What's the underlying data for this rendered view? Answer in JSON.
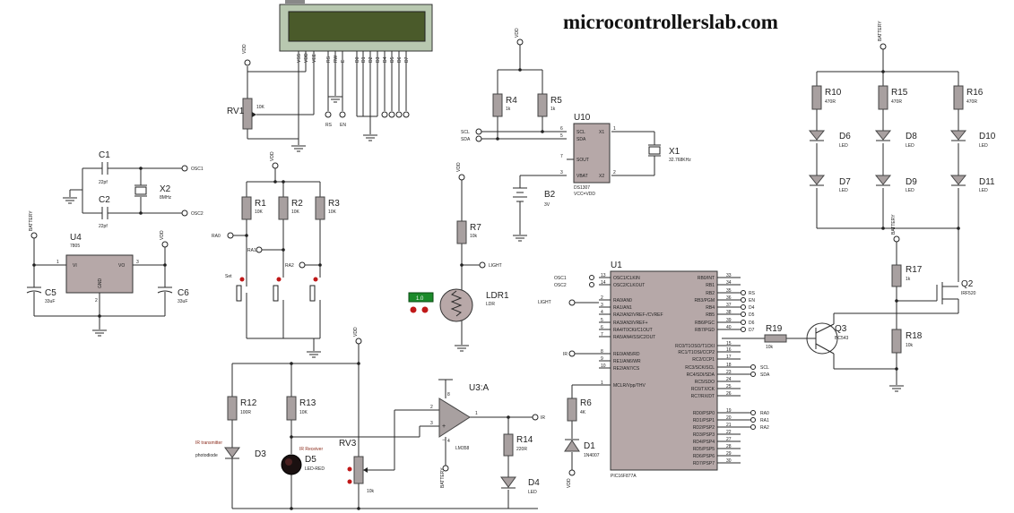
{
  "site_title": "microcontrollerslab.com",
  "components": {
    "lcd": {
      "pins": [
        "VSS",
        "VDD",
        "VEE",
        "RS",
        "RW",
        "E",
        "D0",
        "D1",
        "D2",
        "D3",
        "D4",
        "D5",
        "D6",
        "D7"
      ],
      "rs_label": "RS",
      "en_label": "EN"
    },
    "rv1": {
      "ref": "RV1",
      "value": "10K"
    },
    "c1": {
      "ref": "C1",
      "value": "22pf"
    },
    "c2": {
      "ref": "C2",
      "value": "22pf"
    },
    "x2": {
      "ref": "X2",
      "value": "8MHz"
    },
    "osc1": "OSC1",
    "osc2": "OSC2",
    "u4": {
      "ref": "U4",
      "value": "7805",
      "vi": "VI",
      "vo": "VO",
      "gnd": "GND",
      "pin1": "1",
      "pin2": "2",
      "pin3": "3"
    },
    "c5": {
      "ref": "C5",
      "value": "33uF"
    },
    "c6": {
      "ref": "C6",
      "value": "33uF"
    },
    "r1": {
      "ref": "R1",
      "value": "10K"
    },
    "r2": {
      "ref": "R2",
      "value": "10K"
    },
    "r3": {
      "ref": "R3",
      "value": "10K"
    },
    "sw": {
      "ra0": "RA0",
      "ra1": "RA1",
      "ra2": "RA2",
      "set": "Set"
    },
    "r4": {
      "ref": "R4",
      "value": "1k"
    },
    "r5": {
      "ref": "R5",
      "value": "1k"
    },
    "scl": "SCL",
    "sda": "SDA",
    "u10": {
      "ref": "U10",
      "model": "DS1307",
      "sub": "VCC=VDD",
      "pins": {
        "scl": "SCL",
        "sda": "SDA",
        "sout": "SOUT",
        "vbat": "VBAT",
        "x1": "X1",
        "x2": "X2"
      },
      "nums": [
        "6",
        "5",
        "7",
        "3",
        "1",
        "2"
      ]
    },
    "x1": {
      "ref": "X1",
      "value": "32.768KHz"
    },
    "b2": {
      "ref": "B2",
      "value": "3V"
    },
    "r7": {
      "ref": "R7",
      "value": "10k"
    },
    "ldr1": {
      "ref": "LDR1",
      "value": "LDR",
      "probe": "1.0"
    },
    "light": "LIGHT",
    "r10": {
      "ref": "R10",
      "value": "470R"
    },
    "r15": {
      "ref": "R15",
      "value": "470R"
    },
    "r16": {
      "ref": "R16",
      "value": "470R"
    },
    "d6": {
      "ref": "D6",
      "value": "LED"
    },
    "d7": {
      "ref": "D7",
      "value": "LED"
    },
    "d8": {
      "ref": "D8",
      "value": "LED"
    },
    "d9": {
      "ref": "D9",
      "value": "LED"
    },
    "d10": {
      "ref": "D10",
      "value": "LED"
    },
    "d11": {
      "ref": "D11",
      "value": "LED"
    },
    "battery": "BATTERY",
    "vdd": "VDD",
    "r17": {
      "ref": "R17",
      "value": "1k"
    },
    "r18": {
      "ref": "R18",
      "value": "10k"
    },
    "q2": {
      "ref": "Q2",
      "value": "IRF520"
    },
    "q3": {
      "ref": "Q3",
      "value": "BC543"
    },
    "r19": {
      "ref": "R19",
      "value": "10k"
    },
    "u1": {
      "ref": "U1",
      "model": "PIC16F877A",
      "left_pins": [
        {
          "num": "13",
          "name": "OSC1/CLKIN"
        },
        {
          "num": "14",
          "name": "OSC2/CLKOUT"
        },
        {
          "num": "2",
          "name": "RA0/AN0"
        },
        {
          "num": "3",
          "name": "RA1/AN1"
        },
        {
          "num": "4",
          "name": "RA2/AN2/VREF-/CVREF"
        },
        {
          "num": "5",
          "name": "RA3/AN3/VREF+"
        },
        {
          "num": "6",
          "name": "RA4/T0CKI/C1OUT"
        },
        {
          "num": "7",
          "name": "RA5/AN4/SS/C2OUT"
        },
        {
          "num": "8",
          "name": "RE0/AN5/RD"
        },
        {
          "num": "9",
          "name": "RE1/AN6/WR"
        },
        {
          "num": "10",
          "name": "RE2/AN7/CS"
        },
        {
          "num": "1",
          "name": "MCLR/Vpp/THV"
        }
      ],
      "right_pins": [
        {
          "num": "33",
          "name": "RB0/INT"
        },
        {
          "num": "34",
          "name": "RB1"
        },
        {
          "num": "35",
          "name": "RB2"
        },
        {
          "num": "36",
          "name": "RB3/PGM"
        },
        {
          "num": "37",
          "name": "RB4"
        },
        {
          "num": "38",
          "name": "RB5"
        },
        {
          "num": "39",
          "name": "RB6/PGC"
        },
        {
          "num": "40",
          "name": "RB7/PGD"
        },
        {
          "num": "15",
          "name": "RC0/T1OSO/T1CKI"
        },
        {
          "num": "16",
          "name": "RC1/T1OSI/CCP2"
        },
        {
          "num": "17",
          "name": "RC2/CCP1"
        },
        {
          "num": "18",
          "name": "RC3/SCK/SCL"
        },
        {
          "num": "23",
          "name": "RC4/SDI/SDA"
        },
        {
          "num": "24",
          "name": "RC5/SDO"
        },
        {
          "num": "25",
          "name": "RC6/TX/CK"
        },
        {
          "num": "26",
          "name": "RC7/RX/DT"
        },
        {
          "num": "19",
          "name": "RD0/PSP0"
        },
        {
          "num": "20",
          "name": "RD1/PSP1"
        },
        {
          "num": "21",
          "name": "RD2/PSP2"
        },
        {
          "num": "22",
          "name": "RD3/PSP3"
        },
        {
          "num": "27",
          "name": "RD4/PSP4"
        },
        {
          "num": "28",
          "name": "RD5/PSP5"
        },
        {
          "num": "29",
          "name": "RD6/PSP6"
        },
        {
          "num": "30",
          "name": "RD7/PSP7"
        }
      ],
      "right_nets": [
        "RS",
        "EN",
        "D4",
        "D5",
        "D6",
        "D7"
      ],
      "light": "LIGHT",
      "ir": "IR"
    },
    "r6": {
      "ref": "R6",
      "value": "4K"
    },
    "d1": {
      "ref": "D1",
      "value": "1N4007"
    },
    "r12": {
      "ref": "R12",
      "value": "100R"
    },
    "r13": {
      "ref": "R13",
      "value": "10K"
    },
    "d3": {
      "ref": "D3",
      "text1": "IR transmitter",
      "text2": "photodiode"
    },
    "d5": {
      "ref": "D5",
      "value": "LED-RED",
      "text": "IR Receiver"
    },
    "rv3": {
      "ref": "RV3",
      "value": "10k"
    },
    "u3": {
      "ref": "U3:A",
      "value": "LM358",
      "pin2": "2",
      "pin3": "3",
      "pin1": "1",
      "pin8": "8",
      "pin4": "4"
    },
    "r14": {
      "ref": "R14",
      "value": "220R"
    },
    "d4": {
      "ref": "D4",
      "value": "LED"
    },
    "ir_net": "IR"
  }
}
